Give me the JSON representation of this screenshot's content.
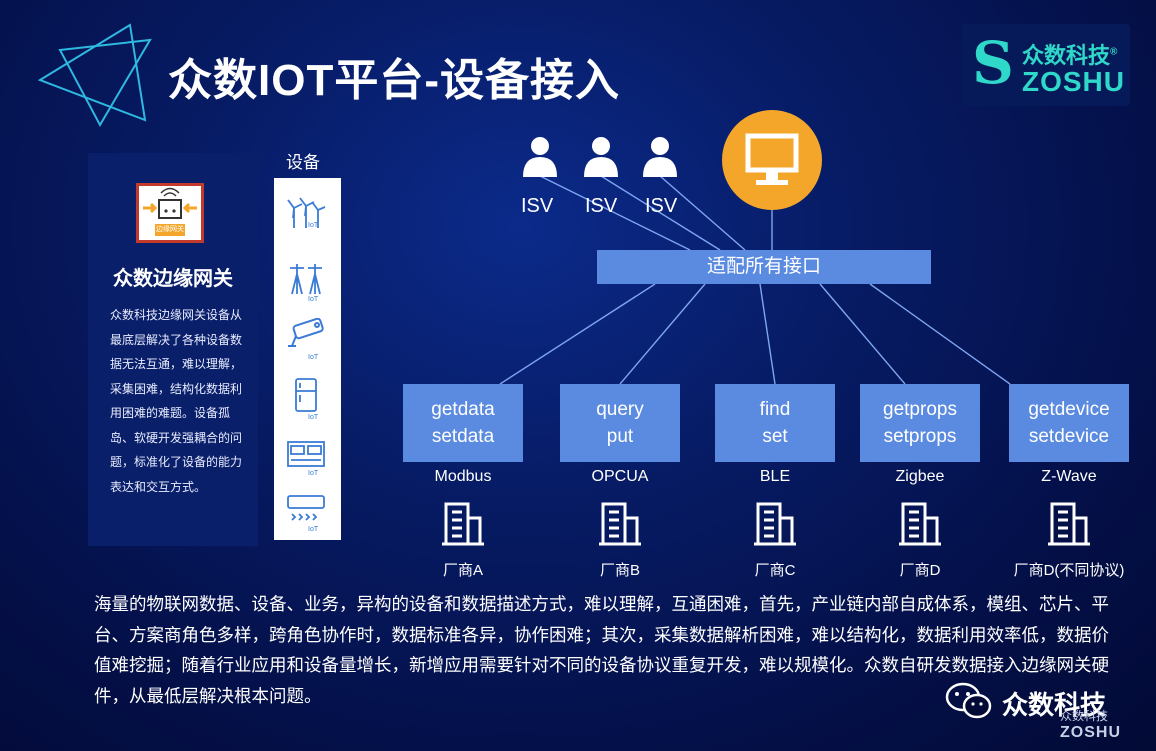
{
  "header": {
    "title": "众数IOT平台-设备接入"
  },
  "logo": {
    "name_cn": "众数科技",
    "name_en": "ZOSHU",
    "reg_mark": "®",
    "glyph": "S"
  },
  "gateway_panel": {
    "icon_label": "边缘网关",
    "title": "众数边缘网关",
    "description": "众数科技边缘网关设备从最底层解决了各种设备数据无法互通，难以理解，采集困难，结构化数据利用困难的难题。设备孤岛、软硬开发强耦合的问题，标准化了设备的能力表达和交互方式。"
  },
  "devices": {
    "label": "设备",
    "icons": [
      "wind-turbine-icon",
      "power-tower-icon",
      "camera-icon",
      "refrigerator-icon",
      "switch-cabinet-icon",
      "air-conditioner-icon"
    ],
    "badge": "IoT"
  },
  "isv": {
    "labels": [
      "ISV",
      "ISV",
      "ISV"
    ]
  },
  "platform": {
    "icon": "monitor-icon",
    "color": "#f4a62a",
    "adapter_label": "适配所有接口"
  },
  "interfaces": [
    {
      "line1": "getdata",
      "line2": "setdata",
      "protocol": "Modbus",
      "vendor": "厂商A"
    },
    {
      "line1": "query",
      "line2": "put",
      "protocol": "OPCUA",
      "vendor": "厂商B"
    },
    {
      "line1": "find",
      "line2": "set",
      "protocol": "BLE",
      "vendor": "厂商C"
    },
    {
      "line1": "getprops",
      "line2": "setprops",
      "protocol": "Zigbee",
      "vendor": "厂商D"
    },
    {
      "line1": "getdevice",
      "line2": "setdevice",
      "protocol": "Z-Wave",
      "vendor": "厂商D(不同协议)"
    }
  ],
  "footer": {
    "paragraph": "海量的物联网数据、设备、业务，异构的设备和数据描述方式，难以理解，互通困难，首先，产业链内部自成体系，模组、芯片、平台、方案商角色多样，跨角色协作时，数据标准各异，协作困难；其次，采集数据解析困难，难以结构化，数据利用效率低，数据价值难挖掘；随着行业应用和设备量增长，新增应用需要针对不同的设备协议重复开发，难以规模化。众数自研发数据接入边缘网关硬件，从最低层解决根本问题。"
  },
  "watermark": {
    "wechat_label": "众数科技",
    "cn": "众数科技",
    "en": "ZOSHU"
  },
  "colors": {
    "accent_teal": "#2fd8c9",
    "box_blue": "#5b8be0",
    "gateway_red": "#c23a2c"
  }
}
